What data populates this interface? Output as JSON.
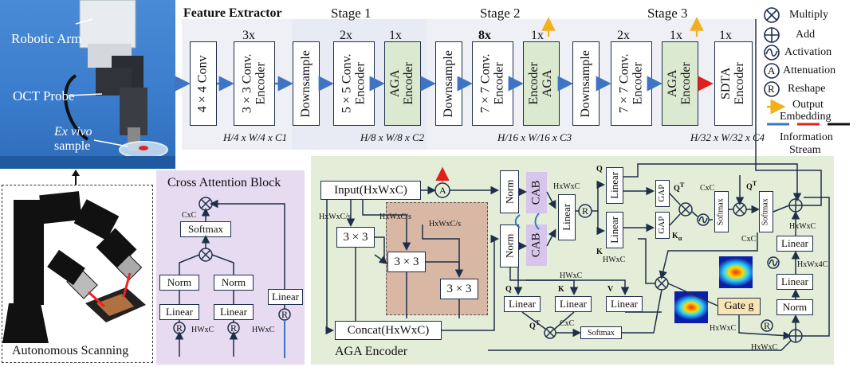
{
  "photo": {
    "robotic_arm": "Robotic Arm",
    "oct_probe": "OCT Probe",
    "sample_line1": "Ex vivo",
    "sample_line2": "sample"
  },
  "scanning": {
    "caption": "Autonomous Scanning"
  },
  "feature_extractor": {
    "title": "Feature Extractor",
    "stages": [
      "Stage 1",
      "Stage 2",
      "Stage 3"
    ],
    "blocks": {
      "conv4": "4 × 4 Conv",
      "enc3_l1": "3 × 3 Conv.",
      "enc3_l2": "Encoder",
      "down": "Downsample",
      "enc5_l1": "5 × 5 Conv.",
      "enc5_l2": "Encoder",
      "aga_l1": "AGA",
      "aga_l2": "Encoder",
      "enc7_l1": "7 × 7 Conv.",
      "enc7_l2": "Encoder",
      "sdta_l1": "SDTA",
      "sdta_l2": "Encoder"
    },
    "repeats": {
      "r3": "3x",
      "r2a": "2x",
      "r1a": "1x",
      "r8": "8x",
      "r1b": "1x",
      "r2b": "2x",
      "r1c": "1x",
      "r1d": "1x"
    },
    "dims": [
      "H/4 x W/4 x C1",
      "H/8 x W/8 x C2",
      "H/16 x W/16 x C3",
      "H/32 x W/32 x C4"
    ]
  },
  "legend": {
    "multiply": "Multiply",
    "add": "Add",
    "activation": "Activation",
    "attenuation": "Attenuation",
    "reshape": "Reshape",
    "output_l1": "Output",
    "output_l2": "Embedding",
    "info_l1": "Information",
    "info_l2": "Stream"
  },
  "cross_attention": {
    "title": "Cross Attention Block",
    "softmax": "Softmax",
    "cxc": "CxC",
    "norm": "Norm",
    "linear": "Linear",
    "hwxc": "HWxC",
    "r": "R"
  },
  "aga": {
    "title": "AGA Encoder",
    "input": "Input(HxWxC)",
    "concat": "Concat(HxWxC)",
    "a": "A",
    "r": "R",
    "conv3": "3 × 3",
    "hwxcs": "HxWxC/s",
    "norm": "Norm",
    "cab": "CAB",
    "linear": "Linear",
    "hwxc": "HxWxC",
    "q": "Q",
    "k": "K",
    "v": "V",
    "hwxc2": "HWxC",
    "gap": "GAP",
    "qt": "Q",
    "t": "T",
    "ka": "K",
    "alpha": "α",
    "cxc": "CxC",
    "softmax": "Softmax",
    "gate": "Gate g",
    "hwx4c": "HxWx4C"
  },
  "colors": {
    "arrow_blue": "#3f73c4",
    "arrow_orange": "#f2b01e",
    "arrow_red": "#e0201c",
    "green_panel": "#e3edd8",
    "purple_panel": "#e6dbf1",
    "aga_block": "#dbe9d0",
    "cab_block": "#d8c5ec",
    "dashed_region": "#d8b8a5"
  }
}
